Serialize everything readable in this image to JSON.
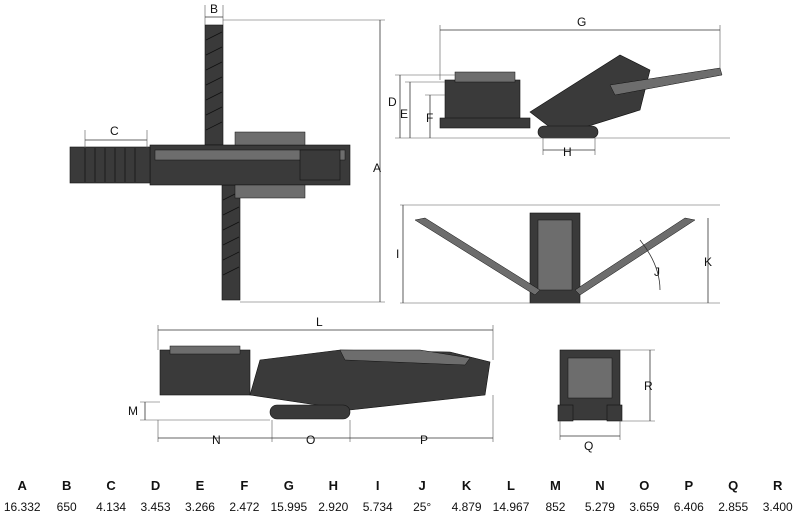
{
  "labels": {
    "A": "A",
    "B": "B",
    "C": "C",
    "D": "D",
    "E": "E",
    "F": "F",
    "G": "G",
    "H": "H",
    "I": "I",
    "J": "J",
    "K": "K",
    "L": "L",
    "M": "M",
    "N": "N",
    "O": "O",
    "P": "P",
    "Q": "Q",
    "R": "R"
  },
  "specs": [
    {
      "letter": "A",
      "value": "16.332"
    },
    {
      "letter": "B",
      "value": "650"
    },
    {
      "letter": "C",
      "value": "4.134"
    },
    {
      "letter": "D",
      "value": "3.453"
    },
    {
      "letter": "E",
      "value": "3.266"
    },
    {
      "letter": "F",
      "value": "2.472"
    },
    {
      "letter": "G",
      "value": "15.995"
    },
    {
      "letter": "H",
      "value": "2.920"
    },
    {
      "letter": "I",
      "value": "5.734"
    },
    {
      "letter": "J",
      "value": "25°"
    },
    {
      "letter": "K",
      "value": "4.879"
    },
    {
      "letter": "L",
      "value": "14.967"
    },
    {
      "letter": "M",
      "value": "852"
    },
    {
      "letter": "N",
      "value": "5.279"
    },
    {
      "letter": "O",
      "value": "3.659"
    },
    {
      "letter": "P",
      "value": "6.406"
    },
    {
      "letter": "Q",
      "value": "2.855"
    },
    {
      "letter": "R",
      "value": "3.400"
    }
  ]
}
